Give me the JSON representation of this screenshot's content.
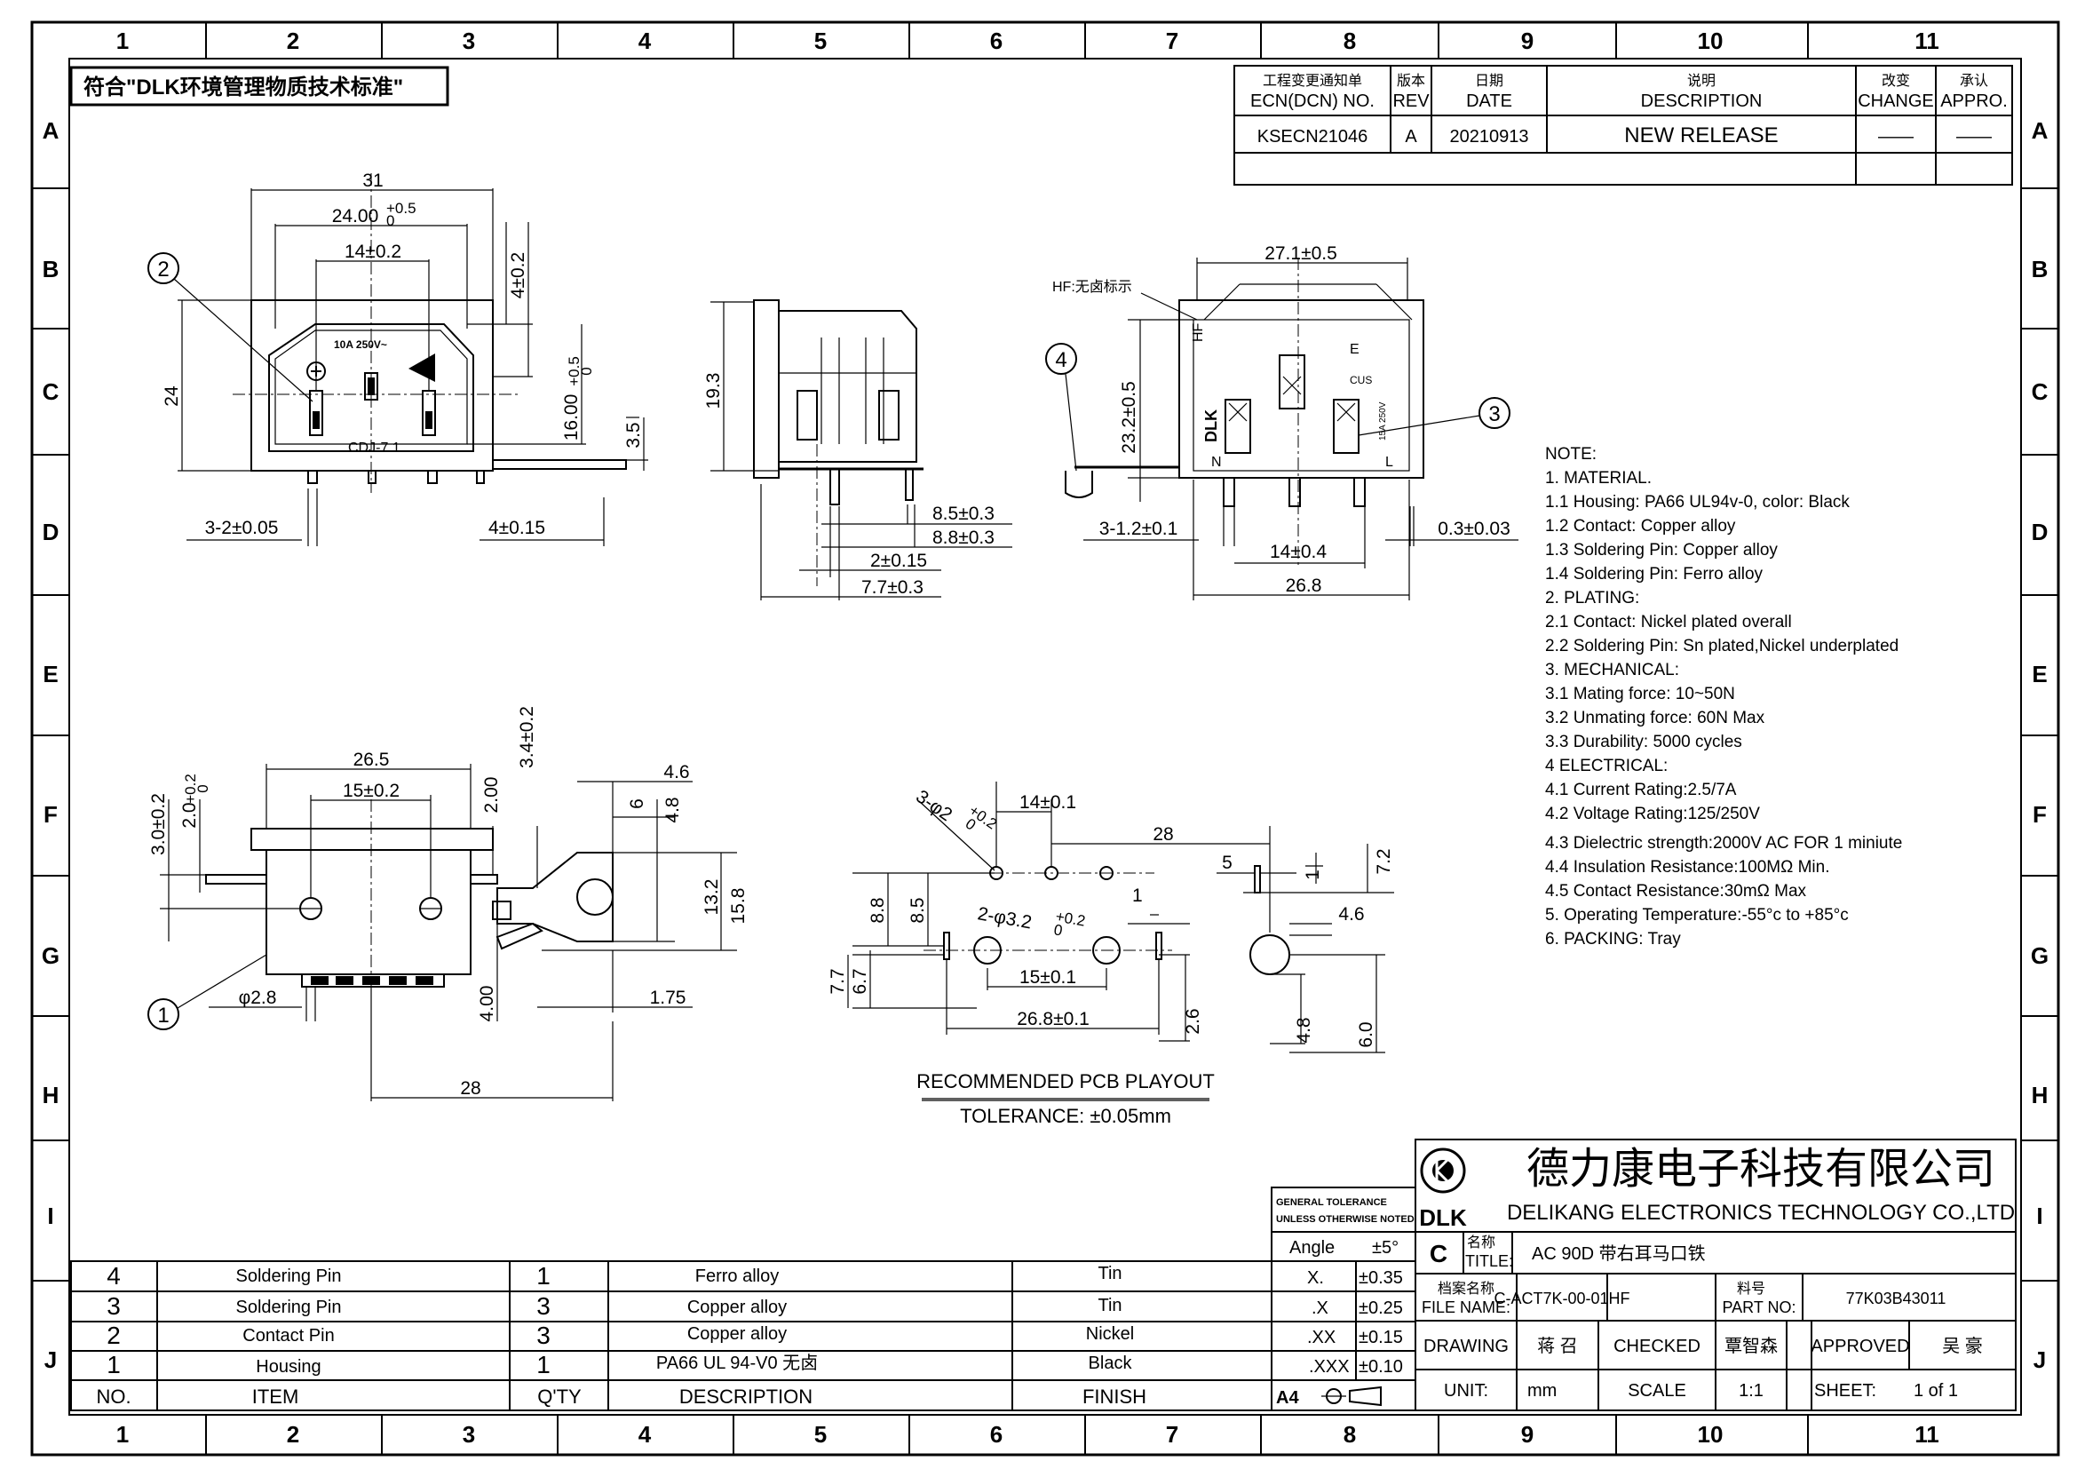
{
  "zones": {
    "columns": [
      "1",
      "2",
      "3",
      "4",
      "5",
      "6",
      "7",
      "8",
      "9",
      "10",
      "11"
    ],
    "rows": [
      "A",
      "B",
      "C",
      "D",
      "E",
      "F",
      "G",
      "H",
      "I",
      "J"
    ]
  },
  "compliance_note": "符合\"DLK环境管理物质技术标准\"",
  "revision_table": {
    "headers": {
      "ecn_cn": "工程变更通知单",
      "ecn_en": "ECN(DCN) NO.",
      "rev_cn": "版本",
      "rev_en": "REV",
      "date_cn": "日期",
      "date_en": "DATE",
      "desc_cn": "说明",
      "desc_en": "DESCRIPTION",
      "change_cn": "改变",
      "change_en": "CHANGE",
      "appro_cn": "承认",
      "appro_en": "APPRO."
    },
    "rows": [
      {
        "ecn": "KSECN21046",
        "rev": "A",
        "date": "20210913",
        "desc": "NEW  RELEASE",
        "change": "——",
        "appro": "——"
      }
    ]
  },
  "balloons": [
    "1",
    "2",
    "3",
    "4"
  ],
  "front_view": {
    "dims": [
      "31",
      "24.00",
      "+0.5",
      "0",
      "14±0.2",
      "4±0.2",
      "24",
      "16.00",
      "+0.5",
      "0",
      "3.5",
      "3-2±0.05",
      "4±0.15"
    ],
    "markings": [
      "10A  250V~",
      "CDJ-7  1"
    ]
  },
  "side_view": {
    "dims": [
      "19.3",
      "8.5±0.3",
      "8.8±0.3",
      "2±0.15",
      "7.7±0.3"
    ]
  },
  "rear_view": {
    "label_hf": "HF:无卤标示",
    "dims": [
      "27.1±0.5",
      "23.2±0.5",
      "3-1.2±0.1",
      "14±0.4",
      "0.3±0.03",
      "26.8"
    ],
    "markings": [
      "HF",
      "DLK",
      "N",
      "L",
      "E",
      "CUS",
      "15A 250V"
    ]
  },
  "bottom_view": {
    "dims": [
      "26.5",
      "15±0.2",
      "3.0±0.2",
      "2.0",
      "+0.2",
      "0",
      "2.00",
      "3.4±0.2",
      "4.6",
      "6",
      "4.8",
      "13.2",
      "15.8",
      "φ2.8",
      "4.00",
      "1.75",
      "28"
    ]
  },
  "pcb": {
    "dims": [
      "3-φ2",
      "+0.2",
      "0",
      "14±0.1",
      "28",
      "5",
      "7.2",
      "1",
      "4.6",
      "8.8",
      "8.5",
      "2-φ3.2",
      "+0.2",
      "0",
      "1",
      "7.7",
      "6.7",
      "15±0.1",
      "26.8±0.1",
      "2.6",
      "4.8",
      "6.0"
    ],
    "title": "RECOMMENDED PCB PLAYOUT",
    "tolerance": "TOLERANCE: ±0.05mm"
  },
  "notes": [
    "NOTE:",
    "1. MATERIAL.",
    "1.1 Housing: PA66  UL94v-0, color: Black",
    "1.2 Contact: Copper alloy",
    "1.3 Soldering Pin: Copper alloy",
    "1.4 Soldering Pin:  Ferro alloy",
    "2. PLATING:",
    "2.1 Contact: Nickel plated overall",
    "2.2 Soldering Pin: Sn plated,Nickel underplated",
    "3.   MECHANICAL:",
    "3.1 Mating force: 10~50N",
    "3.2 Unmating force: 60N Max",
    "3.3 Durability: 5000 cycles",
    "4   ELECTRICAL:",
    "4.1 Current Rating:2.5/7A",
    "4.2 Voltage Rating:125/250V",
    "4.3 Dielectric strength:2000V AC FOR 1 miniute",
    "4.4 Insulation Resistance:100MΩ Min.",
    "4.5 Contact Resistance:30mΩ Max",
    "5. Operating Temperature:-55°c to +85°c",
    "6. PACKING: Tray"
  ],
  "bom": {
    "headers": [
      "NO.",
      "ITEM",
      "Q'TY",
      "DESCRIPTION",
      "FINISH"
    ],
    "rows": [
      {
        "no": "4",
        "item": "Soldering Pin",
        "qty": "1",
        "desc": "Ferro alloy",
        "finish": "Tin"
      },
      {
        "no": "3",
        "item": "Soldering Pin",
        "qty": "3",
        "desc": "Copper alloy",
        "finish": "Tin"
      },
      {
        "no": "2",
        "item": "Contact Pin",
        "qty": "3",
        "desc": "Copper alloy",
        "finish": "Nickel"
      },
      {
        "no": "1",
        "item": "Housing",
        "qty": "1",
        "desc": "PA66  UL 94-V0  无卤",
        "finish": "Black"
      }
    ]
  },
  "tolerance_table": {
    "header1": "GENERAL TOLERANCE",
    "header2": "UNLESS OTHERWISE NOTED",
    "rows": [
      {
        "k": "Angle",
        "v": "±5°"
      },
      {
        "k": "X.",
        "v": "±0.35"
      },
      {
        "k": ".X",
        "v": "±0.25"
      },
      {
        "k": ".XX",
        "v": "±0.15"
      },
      {
        "k": ".XXX",
        "v": "±0.10"
      }
    ],
    "paper": "A4"
  },
  "title_block": {
    "logo_text": "DLK",
    "company_cn": "德力康电子科技有限公司",
    "company_en": "DELIKANG ELECTRONICS TECHNOLOGY CO.,LTD",
    "size": "C",
    "title_label_cn": "名称",
    "title_label_en": "TITLE:",
    "title": "AC 90D 带右耳马口铁",
    "file_label_cn": "档案名称",
    "file_label_en": "FILE NAME:",
    "file_name": "C-ACT7K-00-01HF",
    "part_label_cn": "料号",
    "part_label_en": "PART NO:",
    "part_no": "77K03B43011",
    "drawing_label": "DRAWING",
    "drawing": "蒋 召",
    "checked_label": "CHECKED",
    "checked": "覃智森",
    "approved_label": "APPROVED",
    "approved": "吴 豪",
    "unit_label": "UNIT:",
    "unit": "mm",
    "scale_label": "SCALE",
    "scale": "1:1",
    "sheet_label": "SHEET:",
    "sheet": "1  of  1"
  }
}
